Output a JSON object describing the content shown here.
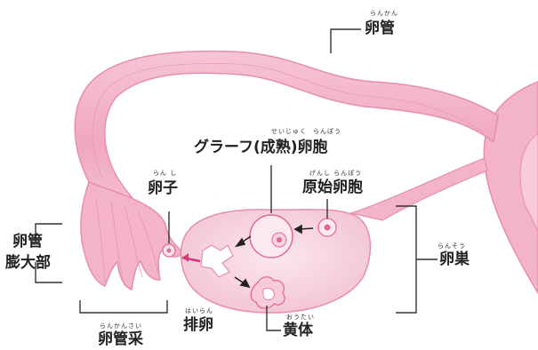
{
  "labels": {
    "oviduct": {
      "text": "卵管",
      "ruby": "らんかん"
    },
    "graafian": {
      "text": "グラーフ(成熟)卵胞",
      "ruby1": "せいじゅく",
      "ruby2": "らんぽう"
    },
    "primordial": {
      "text": "原始卵胞",
      "ruby": "げんし らんぽう"
    },
    "ovum": {
      "text": "卵子",
      "ruby": "らん し"
    },
    "ampulla": {
      "line1": "卵管",
      "line2": "膨大部"
    },
    "ovary": {
      "text": "卵巣",
      "ruby": "らんそう"
    },
    "ovulation": {
      "text": "排卵",
      "ruby": "はいらん"
    },
    "corpus_luteum": {
      "text": "黄体",
      "ruby": "おうたい"
    },
    "fimbria": {
      "text": "卵管采",
      "ruby": "らんかんさい"
    }
  },
  "colors": {
    "tissue": "#f3b3c8",
    "tissue_dark": "#e58fab",
    "ovary_fill": "#f8dbe4",
    "line": "#333333"
  }
}
